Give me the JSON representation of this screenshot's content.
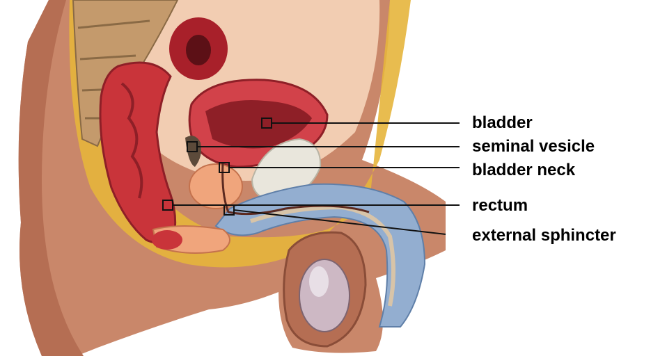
{
  "figure": {
    "labels": [
      {
        "id": "bladder",
        "text": "bladder"
      },
      {
        "id": "seminal-vesicle",
        "text": "seminal vesicle"
      },
      {
        "id": "bladder-neck",
        "text": "bladder neck"
      },
      {
        "id": "rectum",
        "text": "rectum"
      },
      {
        "id": "external-sphincter",
        "text": "external sphincter"
      }
    ]
  },
  "colors": {
    "skin": "#c9876a",
    "skin_shadow": "#a9634a",
    "fat": "#e6b53c",
    "muscle_red": "#c9343a",
    "muscle_dark": "#8e1f27",
    "bone": "#c49a6c",
    "cavity": "#f2cdb2",
    "prostate": "#f0a57c",
    "spongy_blue": "#93aed0",
    "fluid_white": "#e9e6dc",
    "leader": "#111111"
  }
}
